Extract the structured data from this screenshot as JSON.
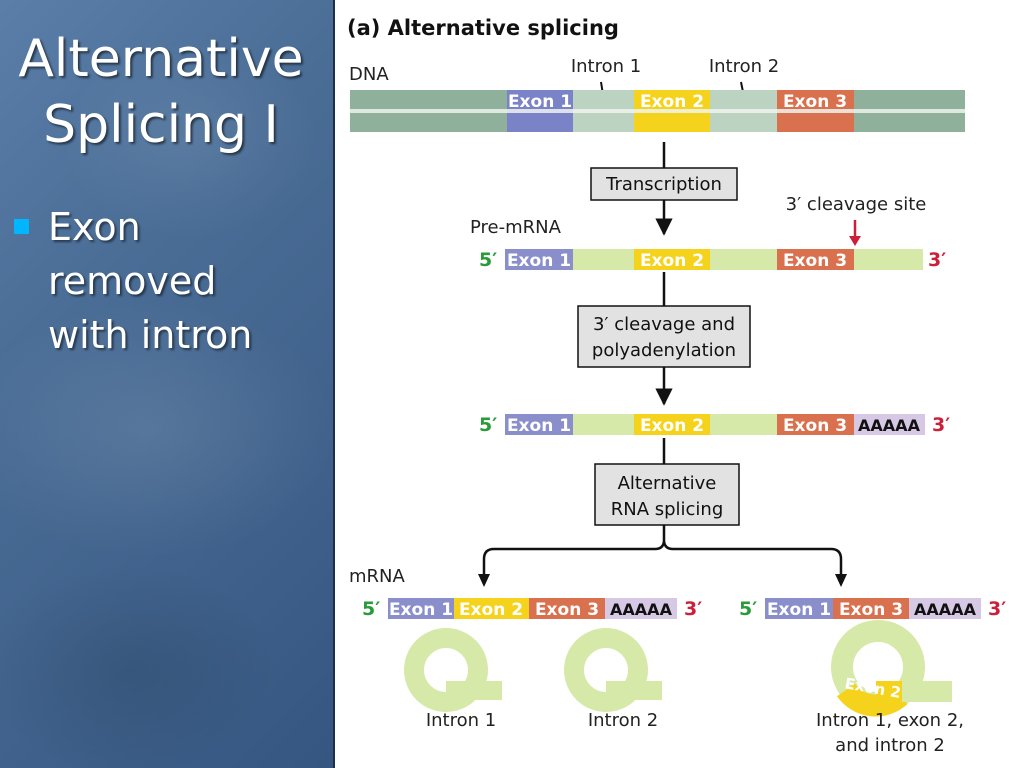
{
  "slide": {
    "title_line1": "Alternative",
    "title_line2": "Splicing I",
    "bullet_line1": "Exon",
    "bullet_line2": "removed",
    "bullet_line3": "with intron"
  },
  "diagram": {
    "panel_title": "(a)  Alternative splicing",
    "dna_label": "DNA",
    "intron1_label": "Intron 1",
    "intron2_label": "Intron 2",
    "exon1": "Exon 1",
    "exon2": "Exon 2",
    "exon3": "Exon 3",
    "transcription_box": "Transcription",
    "cleavage_site_label": "3′ cleavage site",
    "premrna_label": "Pre-mRNA",
    "five_prime": "5′",
    "three_prime": "3′",
    "cleavage_box_line1": "3′ cleavage and",
    "cleavage_box_line2": "polyadenylation",
    "polya": "AAAAA",
    "alt_splicing_line1": "Alternative",
    "alt_splicing_line2": "RNA splicing",
    "mrna_label": "mRNA",
    "lariat1_label": "Intron 1",
    "lariat2_label": "Intron 2",
    "lariat3_label_line1": "Intron 1, exon 2,",
    "lariat3_label_line2": "and intron 2",
    "lariat3_exon": "Exon 2"
  },
  "colors": {
    "exon1": "#8a8fcc",
    "exon2": "#f5d31d",
    "exon3": "#d9714e",
    "polya": "#d7c9e6",
    "premrna": "#d6e9a8",
    "dna": "#8fb09a",
    "intron_dna": "#bcd3c2",
    "five_prime_green": "#2a9a3a",
    "three_prime_red": "#cc1f3a",
    "slide_background": "#4a6d96",
    "bullet": "#00b7ff"
  }
}
